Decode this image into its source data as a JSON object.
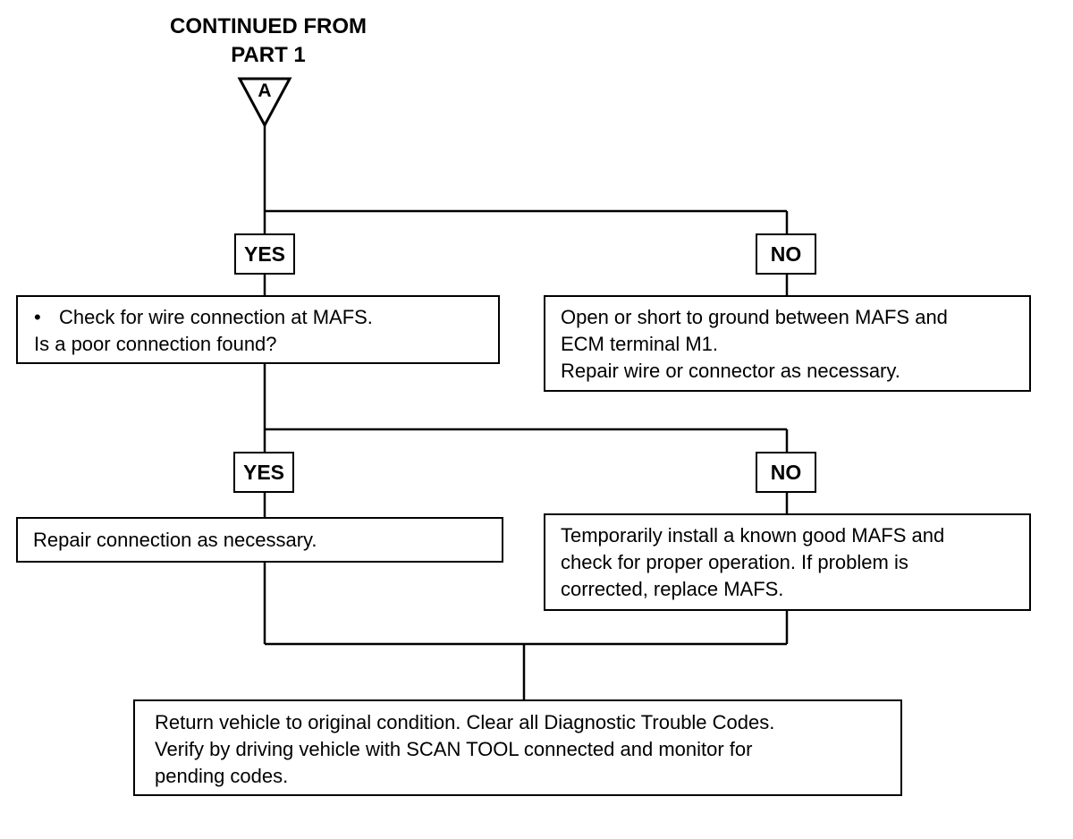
{
  "header": {
    "line1": "CONTINUED FROM",
    "line2": "PART  1"
  },
  "connector": {
    "label": "A"
  },
  "step1": {
    "yes_label": "YES",
    "no_label": "NO",
    "yes_box": {
      "bullet": "•",
      "line1": "Check for wire connection at MAFS.",
      "line2": "Is a poor connection found?"
    },
    "no_box": {
      "line1": "Open or short to ground between MAFS and",
      "line2": "ECM terminal M1.",
      "line3": "Repair wire or connector as necessary."
    }
  },
  "step2": {
    "yes_label": "YES",
    "no_label": "NO",
    "yes_box": {
      "line1": "Repair connection as necessary."
    },
    "no_box": {
      "line1": "Temporarily install a known good MAFS and",
      "line2": "check for proper operation. If problem is",
      "line3": "corrected, replace MAFS."
    }
  },
  "final_box": {
    "line1": "Return vehicle to original condition. Clear all Diagnostic Trouble Codes.",
    "line2": "Verify by driving vehicle with SCAN TOOL connected and monitor for",
    "line3": "pending codes."
  }
}
